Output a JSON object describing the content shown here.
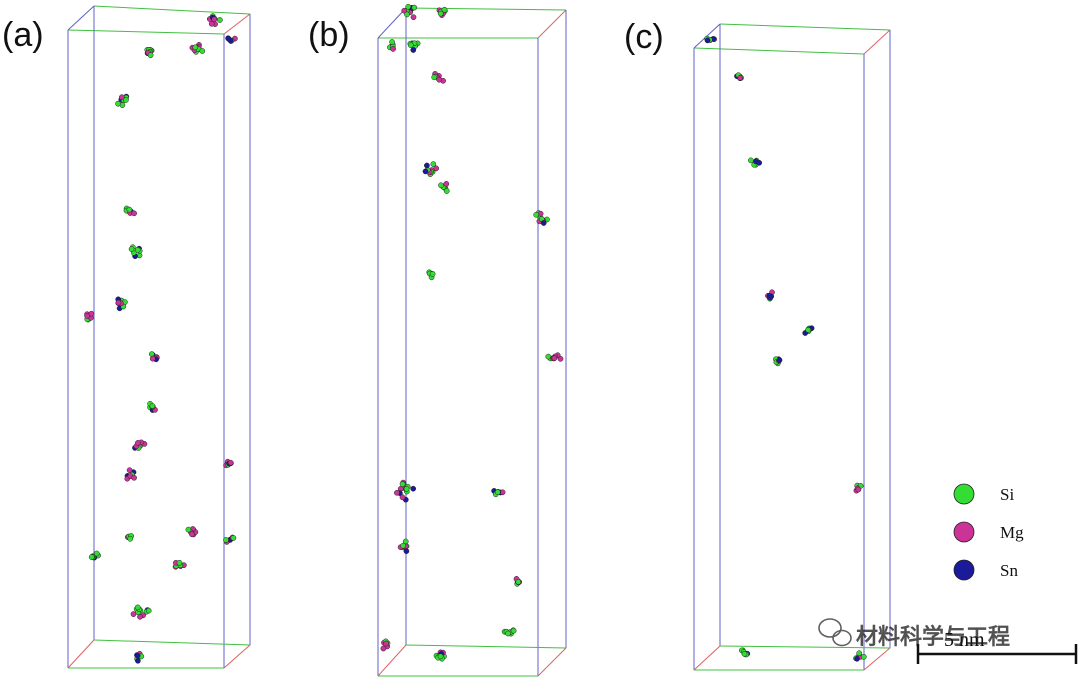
{
  "panels": [
    {
      "label": "(a)"
    },
    {
      "label": "(b)"
    },
    {
      "label": "(c)"
    }
  ],
  "legend": {
    "items": [
      {
        "label": "Si",
        "color": "#33dd33"
      },
      {
        "label": "Mg",
        "color": "#cc3399"
      },
      {
        "label": "Sn",
        "color": "#1a1a9a"
      }
    ]
  },
  "scale_bar": {
    "label": "5 nm"
  },
  "watermark": {
    "text": "材料科学与工程",
    "icon": "wechat-icon"
  },
  "box_colors": {
    "x_edge": "#e06060",
    "y_edge": "#40c040",
    "z_edge": "#6060c8"
  }
}
